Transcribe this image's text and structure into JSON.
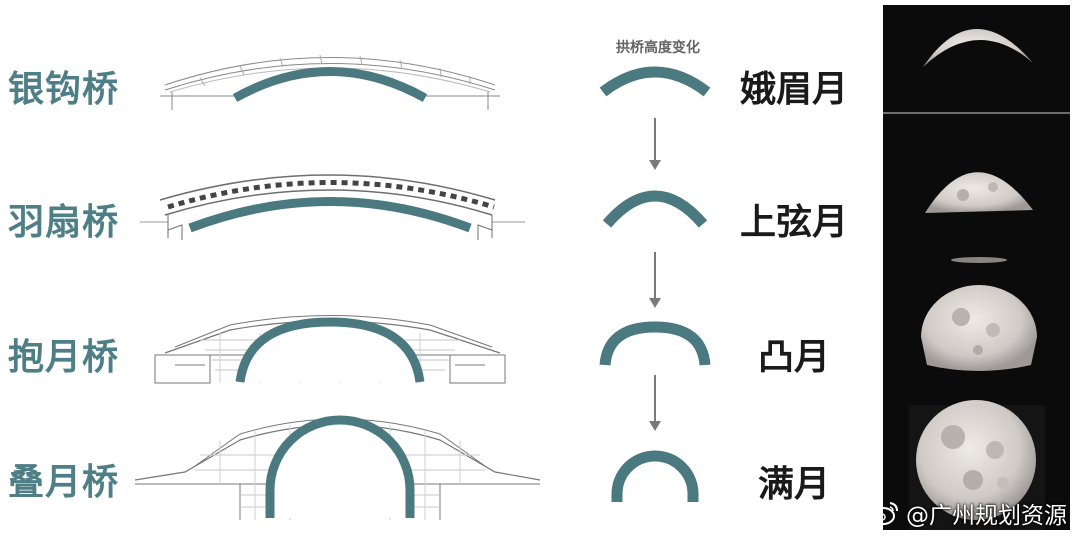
{
  "diagram": {
    "subtitle": "拱桥高度变化",
    "rows": [
      {
        "bridge": "银钩桥",
        "moon": "娥眉月",
        "phase": "crescent"
      },
      {
        "bridge": "羽扇桥",
        "moon": "上弦月",
        "phase": "first-quarter"
      },
      {
        "bridge": "抱月桥",
        "moon": "凸月",
        "phase": "gibbous"
      },
      {
        "bridge": "叠月桥",
        "moon": "满月",
        "phase": "full"
      }
    ]
  },
  "colors": {
    "accent": "#4f7f86",
    "arc": "#4a7a80",
    "arrow": "#7a7a7a",
    "moon_bg": "#0b0b0b",
    "moon": "#d9d5d1"
  },
  "watermark": {
    "text": "@广州规划资源",
    "icon": "weibo-icon"
  }
}
